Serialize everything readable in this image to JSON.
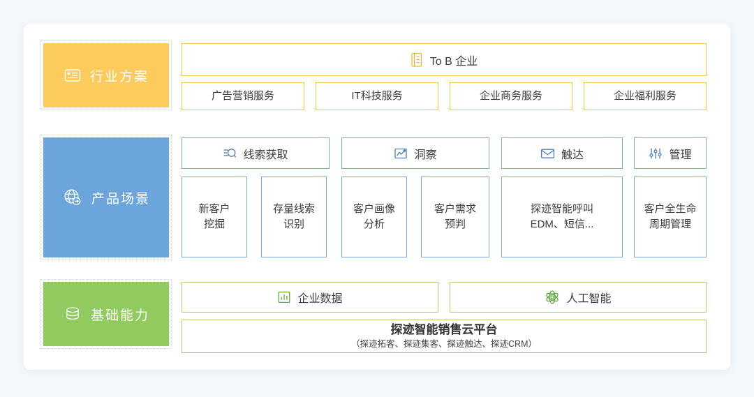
{
  "diagram": {
    "title_alt": "探迹智能销售云平台架构图",
    "colors": {
      "page_bg": "#f4f7fb",
      "card_bg": "#ffffff",
      "industry": "#fbcb5c",
      "industry_border": "#f2c443",
      "product": "#6ca5dc",
      "product_border": "#78a9d8",
      "base": "#91cb5f",
      "base_border": "#a6d16b",
      "text": "#3b3b3b"
    }
  },
  "rows": {
    "industry": {
      "tile_label": "行业方案",
      "tile_icon": "id-card-icon",
      "header": {
        "label": "To B 企业",
        "icon": "document-list-icon"
      },
      "items": [
        {
          "label": "广告营销服务"
        },
        {
          "label": "IT科技服务"
        },
        {
          "label": "企业商务服务"
        },
        {
          "label": "企业福利服务"
        }
      ]
    },
    "product": {
      "tile_label": "产品场景",
      "tile_icon": "globe-arrow-icon",
      "headers": [
        {
          "label": "线索获取",
          "icon": "search-filter-icon"
        },
        {
          "label": "洞察",
          "icon": "line-chart-icon"
        },
        {
          "label": "触达",
          "icon": "envelope-icon"
        },
        {
          "label": "管理",
          "icon": "sliders-icon"
        }
      ],
      "cards": [
        {
          "label": "新客户\n挖掘"
        },
        {
          "label": "存量线索\n识别"
        },
        {
          "label": "客户画像\n分析"
        },
        {
          "label": "客户需求\n预判"
        },
        {
          "label": "探迹智能呼叫\nEDM、短信..."
        },
        {
          "label": "客户全生命\n周期管理"
        }
      ]
    },
    "base": {
      "tile_label": "基础能力",
      "tile_icon": "database-icon",
      "headers": [
        {
          "label": "企业数据",
          "icon": "bar-chart-icon"
        },
        {
          "label": "人工智能",
          "icon": "atom-icon"
        }
      ],
      "platform": {
        "title": "探迹智能销售云平台",
        "subtitle": "（探迹拓客、探迹集客、探迹触达、探迹CRM）"
      }
    }
  }
}
